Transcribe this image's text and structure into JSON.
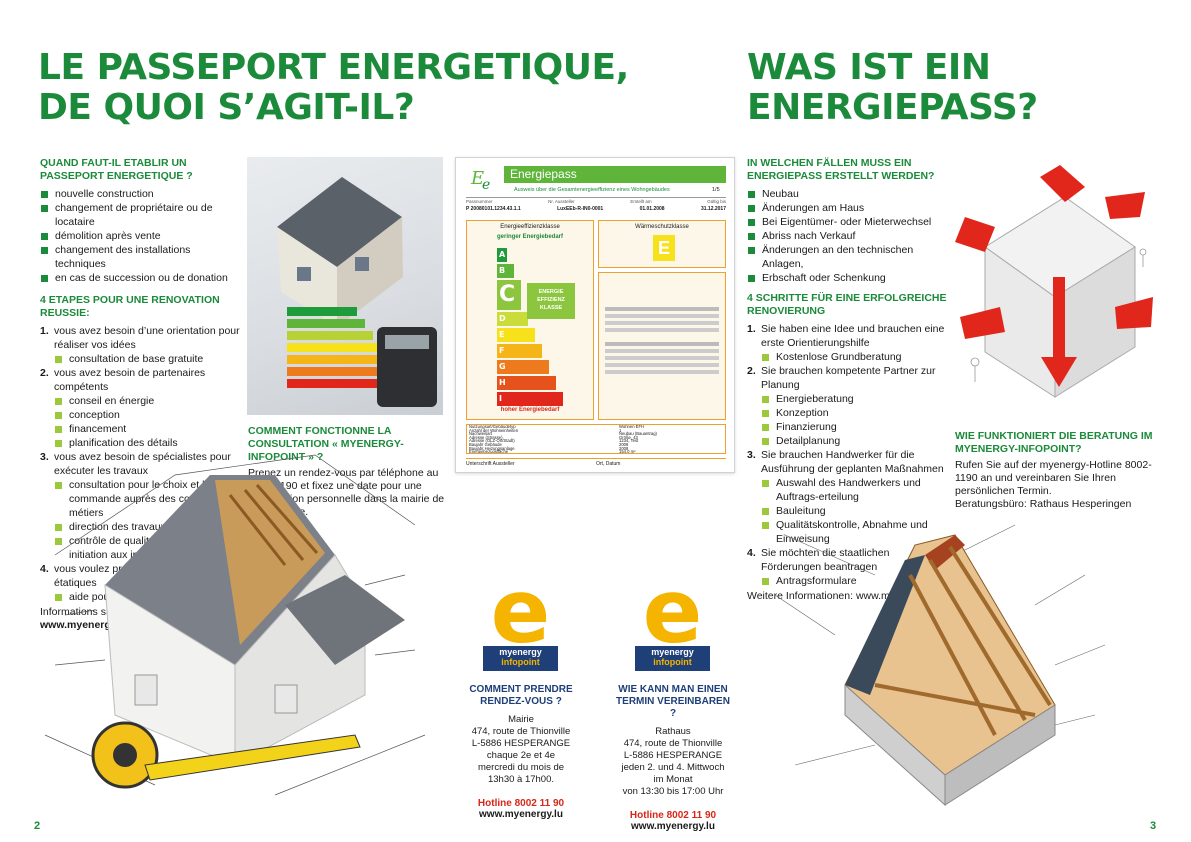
{
  "left": {
    "title_lines": [
      "LE PASSEPORT ENERGETIQUE,",
      "DE QUOI S’AGIT-IL?"
    ],
    "when": {
      "heading": "QUAND FAUT-IL ETABLIR UN PASSEPORT ENERGETIQUE ?",
      "items": [
        "nouvelle construction",
        "changement de propriétaire ou de locataire",
        "démolition après vente",
        "changement des installations techniques",
        "en cas de succession ou de donation"
      ]
    },
    "steps": {
      "heading": "4 ETAPES POUR UNE RENOVATION REUSSIE:",
      "items": [
        {
          "n": "1.",
          "text": "vous avez besoin d’une orientation pour réaliser vos idées",
          "sub": [
            "consultation de base gratuite"
          ]
        },
        {
          "n": "2.",
          "text": "vous avez besoin de partenaires compétents",
          "sub": [
            "conseil en énergie",
            "conception",
            "financement",
            "planification des détails"
          ]
        },
        {
          "n": "3.",
          "text": "vous avez besoin de spécialistes pour exécuter les travaux",
          "sub": [
            "consultation pour le choix et la commande auprès des corps de métiers",
            "direction des travaux",
            "contrôle de qualité, réception et initiation aux installations"
          ]
        },
        {
          "n": "4.",
          "text": "vous voulez profiter des subventions étatiques",
          "sub": [
            "aide pour remplir les formulaires"
          ]
        }
      ]
    },
    "more_label": "Informations supplémentaires :",
    "more_url": "www.myenergy.lu",
    "consult": {
      "heading": "COMMENT FONCTIONNE LA CONSULTATION « MYENERGY-INFOPOINT » ?",
      "text": "Prenez un rendez-vous par téléphone au 8002-1190 et fixez une date pour une consultation personnelle dans la mairie de Hesperange."
    },
    "page_number": "2"
  },
  "right": {
    "title_lines": [
      "WAS IST EIN",
      "ENERGIEPASS?"
    ],
    "when": {
      "heading": "IN WELCHEN FÄLLEN MUSS EIN ENERGIEPASS ERSTELLT WERDEN?",
      "items": [
        "Neubau",
        "Änderungen am Haus",
        "Bei Eigentümer- oder Mieterwechsel",
        "Abriss nach Verkauf",
        "Änderungen an den technischen Anlagen,",
        "Erbschaft oder Schenkung"
      ]
    },
    "steps": {
      "heading": "4 SCHRITTE FÜR EINE ERFOLGREICHE RENOVIERUNG",
      "items": [
        {
          "n": "1.",
          "text": "Sie haben eine Idee und brauchen eine erste Orientierungshilfe",
          "sub": [
            "Kostenlose Grundberatung"
          ]
        },
        {
          "n": "2.",
          "text": "Sie brauchen kompetente Partner zur Planung",
          "sub": [
            "Energieberatung",
            "Konzeption",
            "Finanzierung",
            "Detailplanung"
          ]
        },
        {
          "n": "3.",
          "text": "Sie brauchen Handwerker für die Ausführung der geplanten Maßnahmen",
          "sub": [
            "Auswahl des Handwerkers und Auftrags-erteilung",
            "Bauleitung",
            "Qualitätskontrolle, Abnahme und Einweisung"
          ]
        },
        {
          "n": "4.",
          "text": "Sie möchten die staatlichen Förderungen beantragen",
          "sub": [
            "Antragsformulare"
          ]
        }
      ]
    },
    "more": "Weitere Informationen: www.myenergy.lu",
    "consult": {
      "heading": "WIE FUNKTIONIERT DIE BERATUNG IM MYENERGY-INFOPOINT?",
      "text": "Rufen Sie auf der myenergy-Hotline 8002-1190 an und vereinbaren Sie Ihren persönlichen Termin.",
      "office": "Beratungsbüro: Rathaus  Hesperingen"
    },
    "page_number": "3"
  },
  "certificate": {
    "title": "Energiepass",
    "subtitle": "Ausweis über die Gesamtenergieeffizienz eines Wohngebäudes",
    "page": "1/5",
    "id_labels": [
      "Passnummer",
      "Nr. Aussteller",
      "Erstellt am",
      "Gültig bis"
    ],
    "id_values": [
      "P 20080101.1234.43.1.1",
      "LuxEEb-R-IN0-0001",
      "01.01.2008",
      "31.12.2017"
    ],
    "eff_label": "Energieeffizienzklasse",
    "low_label": "geringer Energiebedarf",
    "high_label": "hoher Energiebedarf",
    "classes": [
      "A",
      "B",
      "C",
      "D",
      "E",
      "F",
      "G",
      "H",
      "I"
    ],
    "badge": [
      "ENERGIE",
      "EFFIZIENZ",
      "KLASSE"
    ],
    "heat_label": "Wärmeschutzklasse",
    "heat_class": "E",
    "details": [
      [
        "Nutzungsart/Gebäudetyp",
        "Wohnen EFH"
      ],
      [
        "Anzahl der Wohneinheiten",
        "1"
      ],
      [
        "Nachweisart",
        "Neubau (Bauantrag)"
      ],
      [
        "Adresse (Strasse)",
        "Größe, 43"
      ],
      [
        "Adresse (OLZ-Ort/Stadt)",
        "1234, Test"
      ],
      [
        "Baujahr Gebäude",
        "2008"
      ],
      [
        "Baujahr Heizungsanlage",
        "2008"
      ],
      [
        "Energiebezugsfläche",
        "154,0 m²"
      ]
    ],
    "signature": "Unterschrift Aussteller",
    "place": "Ort, Datum"
  },
  "infopoint_fr": {
    "logo_top": "myenergy",
    "logo_bottom": "infopoint",
    "heading": "COMMENT PRENDRE RENDEZ-VOUS ?",
    "place": "Mairie",
    "address1": "474, route de Thionville",
    "address2": "L-5886 HESPERANGE",
    "when1": "chaque 2e et 4e",
    "when2": "mercredi du mois de",
    "when3": "13h30 à 17h00.",
    "hotline": "Hotline 8002 11 90",
    "url": "www.myenergy.lu"
  },
  "infopoint_de": {
    "logo_top": "myenergy",
    "logo_bottom": "infopoint",
    "heading": "WIE KANN MAN EINEN TERMIN VEREINBAREN ?",
    "place": "Rathaus",
    "address1": "474, route de Thionville",
    "address2": "L-5886 HESPERANGE",
    "when1": "jeden 2. und 4. Mittwoch",
    "when2": "im Monat",
    "when3": "von 13:30 bis 17:00 Uhr",
    "hotline": "Hotline 8002 11 90",
    "url": "www.myenergy.lu"
  },
  "colors": {
    "green": "#1b8a3a",
    "light_green": "#9cc93b",
    "blue": "#1f3f78",
    "yellow": "#f4b400",
    "red": "#d62718"
  }
}
